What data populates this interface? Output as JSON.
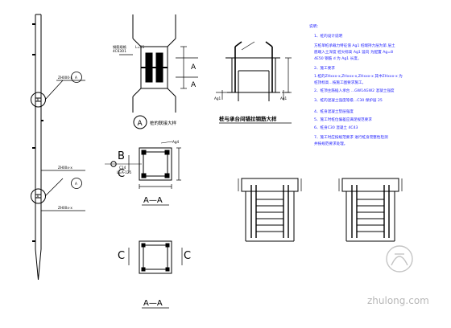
{
  "drawing": {
    "pile_labels": [
      "ZH000-x",
      "ZH00x-x",
      "ZH00x-x"
    ],
    "detail_A_rebar_label": "钢筋规格",
    "detail_A_rebar_spec": "4C63O1",
    "detail_A_length": "L=25",
    "detail_A_title": "A",
    "detail_A_caption": "桩的联接大样",
    "cap_detail_left_label": "Ag1",
    "cap_detail_right_label": "Ag1",
    "cap_detail_title": "桩与承台间锚拉钢筋大样",
    "section_label": "A—A",
    "section_mark_A": "A",
    "section_mark_B": "B",
    "section_mark_C": "C",
    "section1_rebar_label": "Ag4",
    "section1_note1": "C14",
    "section1_note2": "L=A-125",
    "watermark_text": "zhulong.com",
    "notes": [
      "说明：",
      "1、桩的设计说明",
      "方桩单桩承载力特征值 Ag1 桩端持力层为第 层土",
      "底端入土深度 桩尖标高 Ag1 竖向 为配置 Ag=8",
      "4E50 钢筋 d 为 Ag1 长度。",
      "2、施工要求",
      "1.桩的ZHxxx-x,ZHxxx-x,ZHxxx-x 其中ZHxxx-x 为",
      "桩顶标高...按施工图要求施工。",
      "2、桩顶主筋插入承台 ...GW14GW2 混凝土强度",
      "3、桩的混凝土强度等级...C30 保护层 25",
      "4、桩身混凝土垫层强度",
      "5、施工时桩位偏差应满足规范要求",
      "6、桩身C30 混凝土 4C43",
      "7、施工时应按规范要求 进行桩身完整性检测",
      "并按规范要求处理。"
    ]
  }
}
